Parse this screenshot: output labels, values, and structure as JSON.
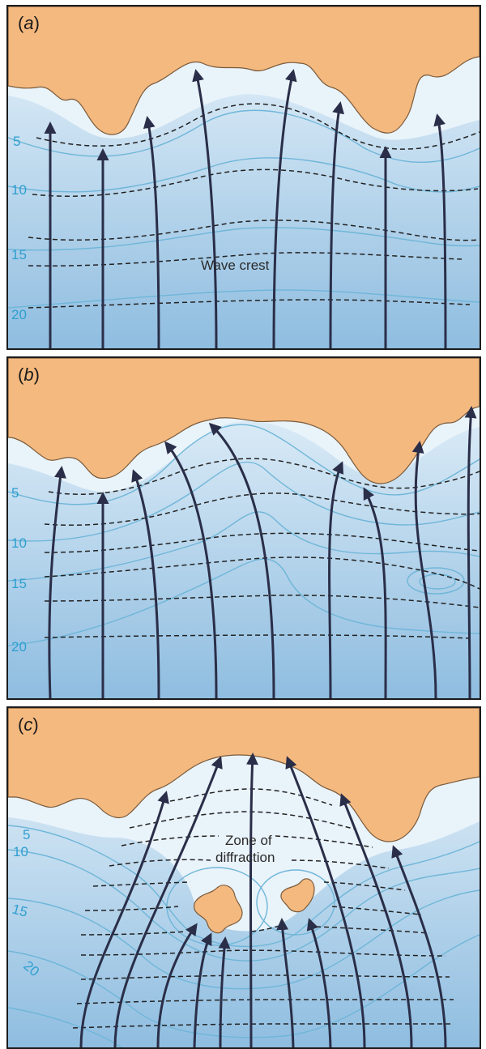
{
  "panels": [
    {
      "label_open": "(",
      "label_letter": "a",
      "label_close": ")",
      "depths": [
        "5",
        "10",
        "15",
        "20"
      ],
      "annotation": "Wave crest"
    },
    {
      "label_open": "(",
      "label_letter": "b",
      "label_close": ")",
      "depths": [
        "5",
        "10",
        "15",
        "20"
      ]
    },
    {
      "label_open": "(",
      "label_letter": "c",
      "label_close": ")",
      "depths": [
        "5",
        "10",
        "15",
        "20"
      ],
      "annotation_line1": "Zone of",
      "annotation_line2": "diffraction"
    }
  ],
  "colors": {
    "land": "#f4b97f",
    "shallow_water": "#e9f3fa",
    "deep_water": "#8fbde0",
    "contour": "#6fb6d8",
    "ray": "#2a2e48"
  }
}
